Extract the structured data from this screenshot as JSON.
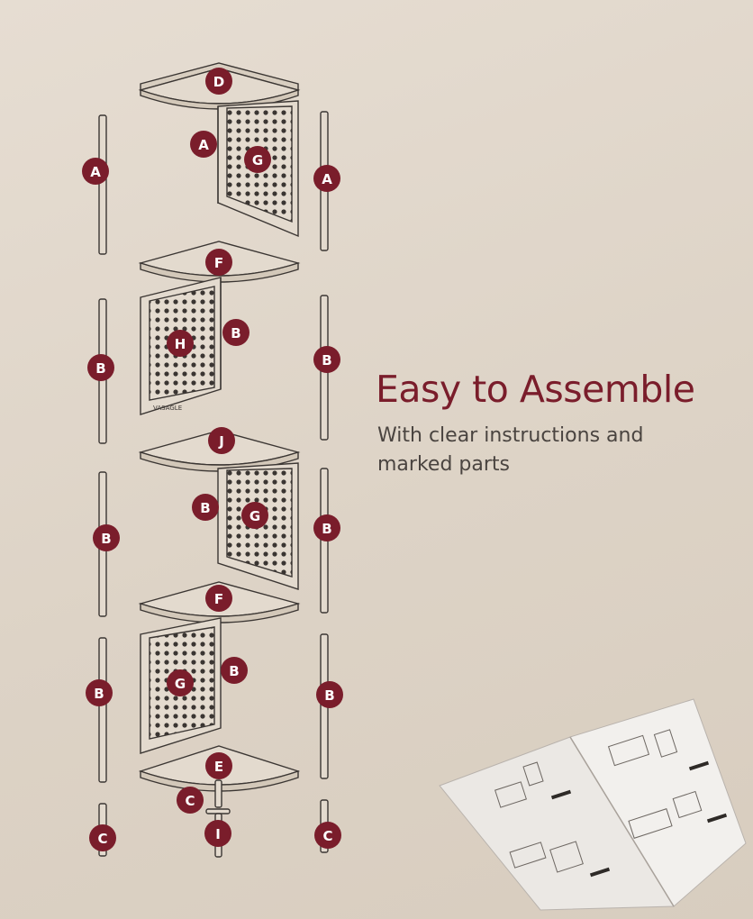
{
  "heading": "Easy to Assemble",
  "subheading": "With clear instructions and marked parts",
  "brand_mark": "VASAGLE",
  "accent_color": "#7a1d2b",
  "part_labels": [
    "D",
    "A",
    "G",
    "A",
    "A",
    "F",
    "H",
    "B",
    "B",
    "B",
    "J",
    "B",
    "G",
    "B",
    "B",
    "F",
    "G",
    "B",
    "B",
    "B",
    "E",
    "C",
    "I",
    "C",
    "C"
  ]
}
